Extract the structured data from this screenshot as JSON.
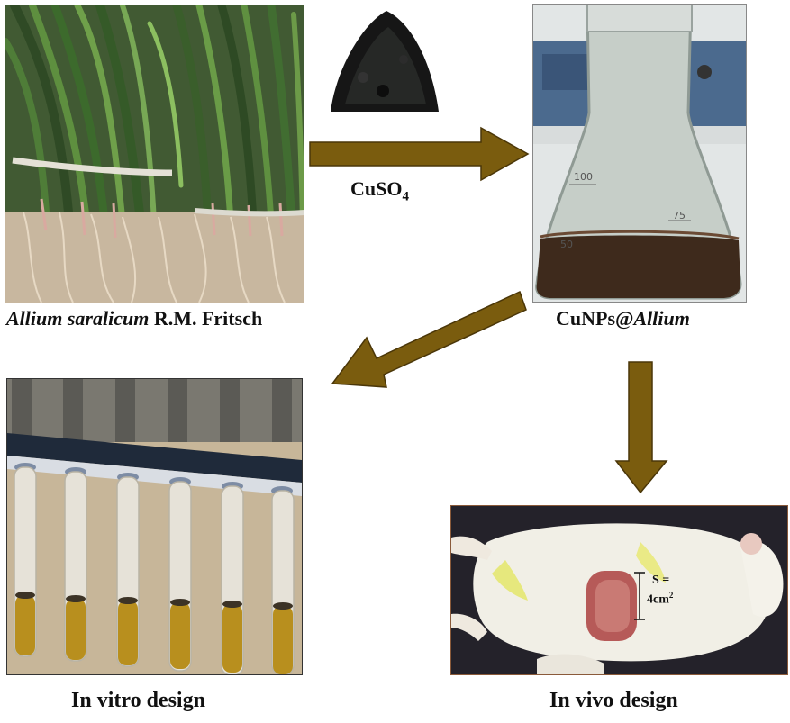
{
  "labels": {
    "reagent_main": "CuSO",
    "reagent_sub": "4",
    "plant_name_italic": "Allium saralicum",
    "plant_name_rest": " R.M. Fritsch",
    "product_main": "CuNPs@",
    "product_italic": "Allium",
    "in_vitro": "In vitro design",
    "in_vivo": "In vivo design",
    "wound_area_line1": "S =",
    "wound_area_line2": "4cm",
    "wound_area_sup": "2"
  },
  "colors": {
    "arrow_fill": "#7a5c0e",
    "arrow_stroke": "#4a3608",
    "text": "#111111"
  }
}
